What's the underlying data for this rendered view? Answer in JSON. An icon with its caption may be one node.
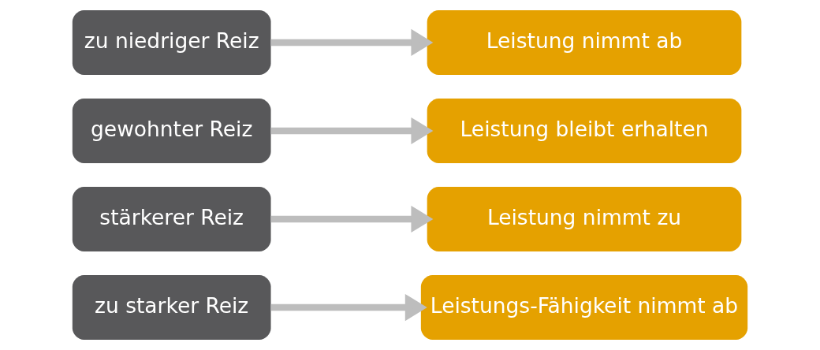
{
  "diagram": {
    "nodes": [
      {
        "text": [
          "zu niedriger Reiz"
        ]
      },
      {
        "text": [
          "Leistung nimmt ab"
        ]
      },
      {
        "text": [
          "gewohnter Reiz"
        ]
      },
      {
        "text": [
          "Leistung bleibt erhalten"
        ]
      },
      {
        "text": [
          "stärkerer Reiz"
        ]
      },
      {
        "text": [
          "Leistung nimmt zu"
        ]
      },
      {
        "text": [
          "zu starker Reiz"
        ]
      },
      {
        "text": [
          "Leistungs-Fähigkeit nimmt ab"
        ]
      }
    ],
    "edges": [
      {
        "from": 0,
        "to": 1,
        "arrow": "to"
      },
      {
        "from": 2,
        "to": 3,
        "arrow": "to"
      },
      {
        "from": 4,
        "to": 5,
        "arrow": "to"
      },
      {
        "from": 6,
        "to": 7,
        "arrow": "to"
      }
    ]
  }
}
